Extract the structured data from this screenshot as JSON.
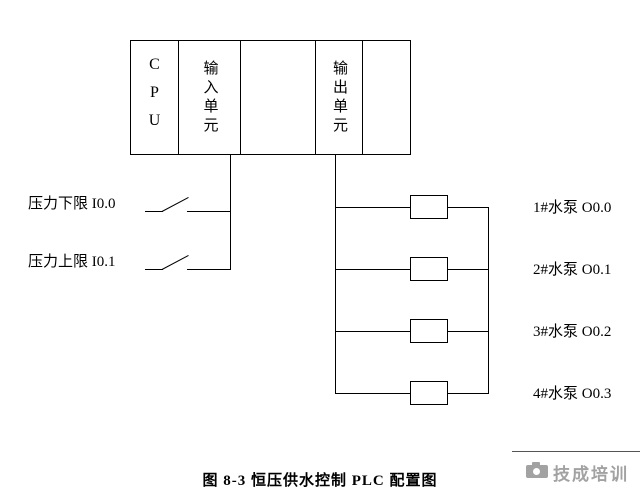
{
  "plc_box": {
    "cpu_label": "CPU",
    "input_unit_label": "输入单元",
    "output_unit_label": "输出单元"
  },
  "inputs": [
    {
      "label": "压力下限 I0.0"
    },
    {
      "label": "压力上限 I0.1"
    }
  ],
  "outputs": [
    {
      "label": "1#水泵 O0.0"
    },
    {
      "label": "2#水泵 O0.1"
    },
    {
      "label": "3#水泵 O0.2"
    },
    {
      "label": "4#水泵 O0.3"
    }
  ],
  "caption": "图 8-3  恒压供水控制 PLC 配置图",
  "watermark": {
    "text": "技成培训"
  },
  "colors": {
    "line": "#000000",
    "watermark_gray": "#a2a2a2",
    "background": "#ffffff"
  }
}
